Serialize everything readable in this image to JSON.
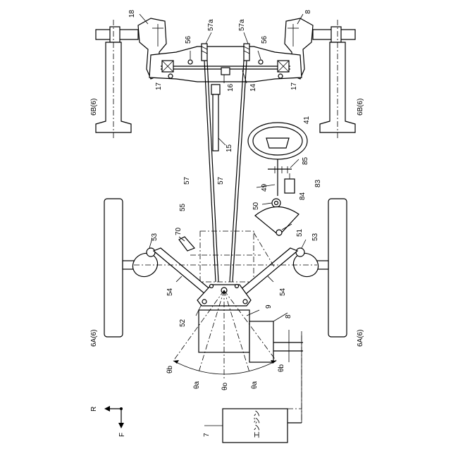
{
  "labels": {
    "housing_left": "18",
    "housing_right": "8",
    "cable_left": "57a",
    "cable_right": "57a",
    "arm_left": "56",
    "arm_right": "56",
    "knuckle_left": "17",
    "knuckle_right": "17",
    "rack_center": "16",
    "rack_right": "14",
    "rear_wheel_left": "6B(6)",
    "rear_wheel_right": "6B(6)",
    "shaft_15": "15",
    "steering_wheel": "41",
    "sensor_85": "85",
    "column_49": "49",
    "box_84": "84",
    "ref_83": "83",
    "pinion_50": "50",
    "sector_51": "51",
    "cable_57_left": "57",
    "cable_57_right": "57",
    "assembly_55": "55",
    "part_70": "70",
    "arm_53_left": "53",
    "arm_53_right": "53",
    "link_54_left": "54",
    "link_54_right": "54",
    "plate_52": "52",
    "box_9": "9",
    "transmission_8": "8",
    "front_wheel_left": "6A(6)",
    "front_wheel_right": "6A(6)",
    "theta_b_left": "θb",
    "theta_b_right": "θb",
    "theta_a_left": "θa",
    "theta_a_right": "θa",
    "theta_o": "θo",
    "dir_r": "R",
    "dir_f": "F",
    "engine_ref": "7",
    "engine_text": "エンジン"
  }
}
